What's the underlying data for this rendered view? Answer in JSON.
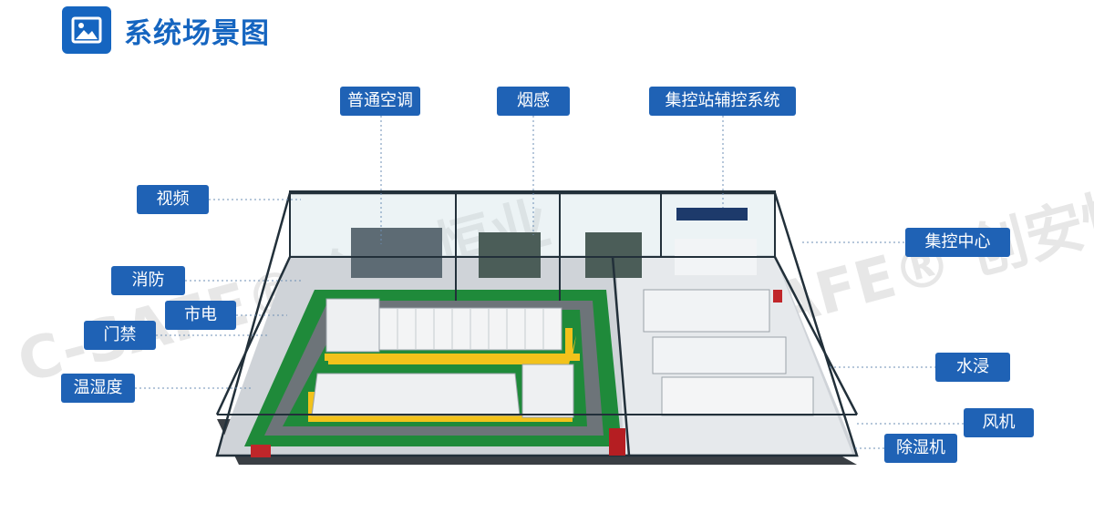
{
  "header": {
    "title": "系统场景图",
    "icon": "image-icon"
  },
  "labels": {
    "ac": "普通空调",
    "smoke": "烟感",
    "aux_control": "集控站辅控系统",
    "video": "视频",
    "fire": "消防",
    "power": "市电",
    "access": "门禁",
    "temp_humidity": "温湿度",
    "control_center": "集控中心",
    "water_leak": "水浸",
    "fan": "风机",
    "dehumidifier": "除湿机"
  },
  "watermark": {
    "left": "C-SAFE® 创安恒业",
    "right": "C-SAFE® 创安恒业"
  },
  "colors": {
    "accent": "#1565c0",
    "label_bg": "#1f62b5",
    "floor_green": "#1f8a3a",
    "hazard_yellow": "#f2c21b"
  }
}
